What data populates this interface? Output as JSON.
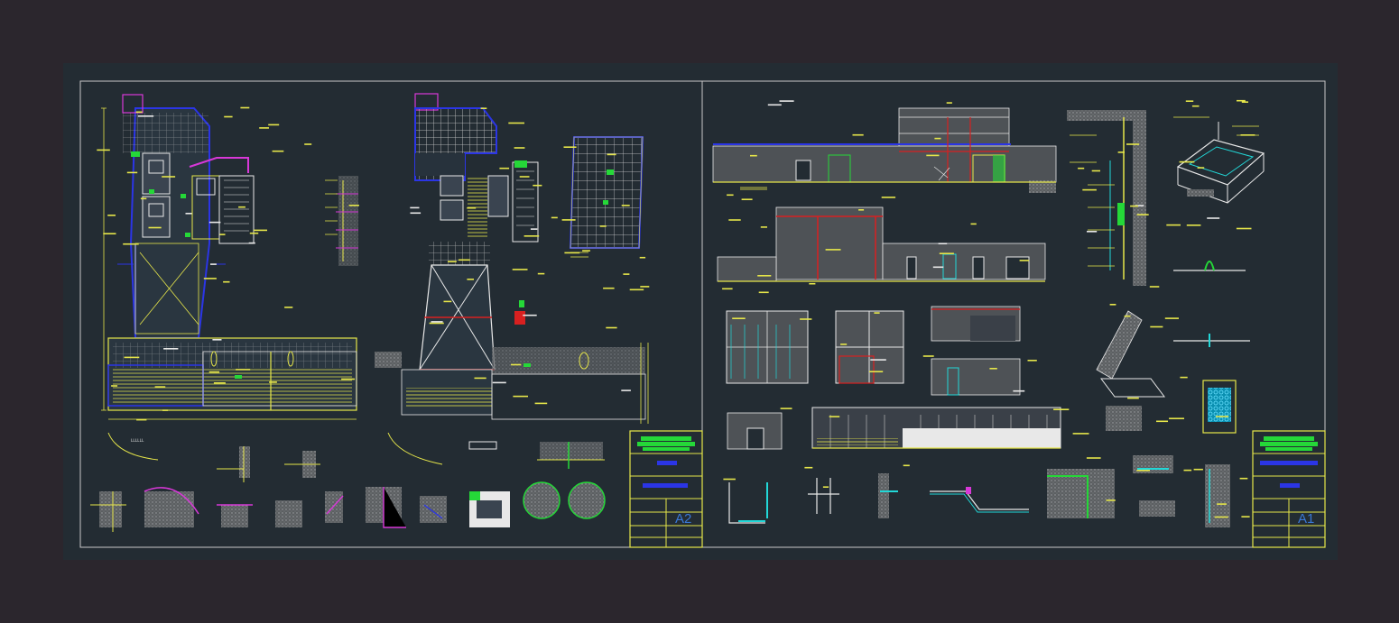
{
  "colors": {
    "app_background": "#2b262d",
    "drawing_background": "#232c33",
    "sheet_border": "#c8c8c8",
    "wall_yellow": "#e6e64a",
    "wall_blue": "#2b35e6",
    "wall_red": "#d82020",
    "accent_magenta": "#d838d8",
    "accent_green": "#25d838",
    "accent_cyan": "#22d8d8",
    "hatch_gray": "#7a7d80",
    "text_white": "#e8e8e8"
  },
  "sheets": [
    {
      "id": "left",
      "title_block_label": "A2"
    },
    {
      "id": "right",
      "title_block_label": "A1"
    }
  ]
}
